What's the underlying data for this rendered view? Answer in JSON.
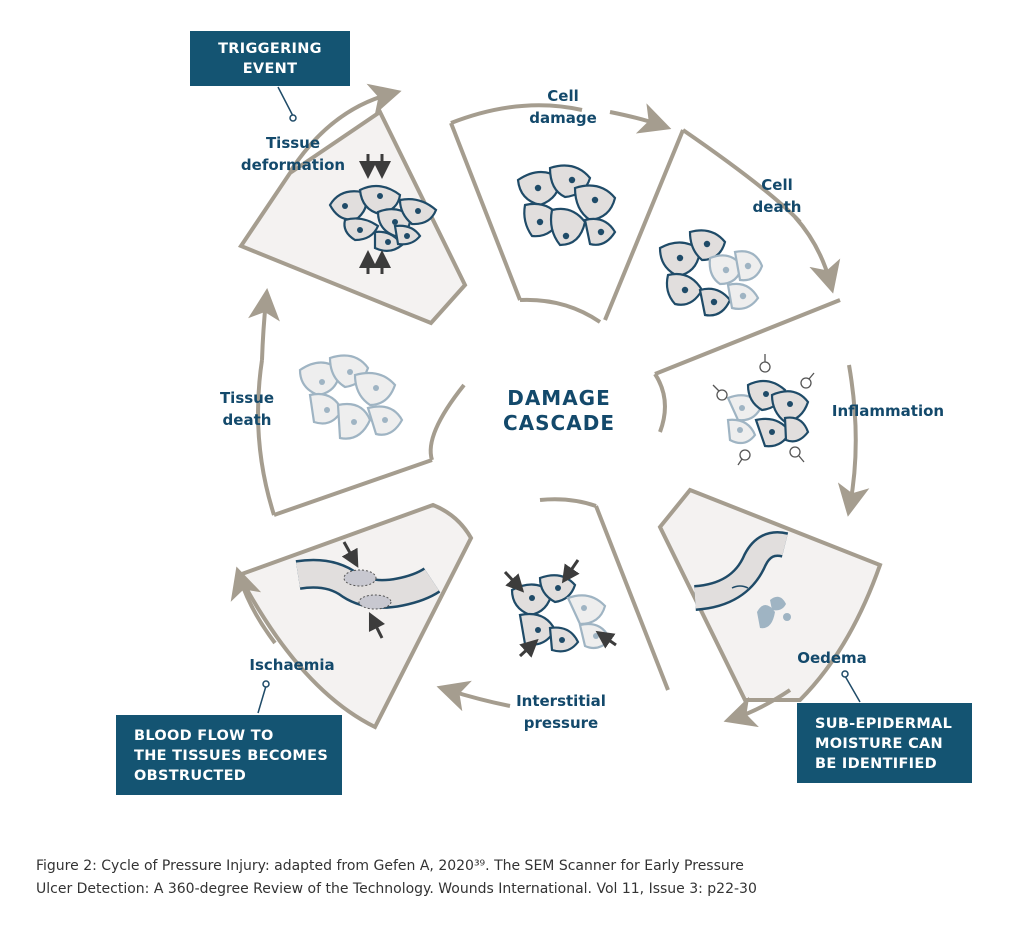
{
  "center_title": [
    "DAMAGE",
    "CASCADE"
  ],
  "stages": [
    {
      "id": "tissue-deformation",
      "label": [
        "Tissue",
        "deformation"
      ]
    },
    {
      "id": "cell-damage",
      "label": [
        "Cell",
        "damage"
      ]
    },
    {
      "id": "cell-death",
      "label": [
        "Cell",
        "death"
      ]
    },
    {
      "id": "inflammation",
      "label": [
        "Inflammation"
      ]
    },
    {
      "id": "oedema",
      "label": [
        "Oedema"
      ]
    },
    {
      "id": "interstitial-pressure",
      "label": [
        "Interstitial",
        "pressure"
      ]
    },
    {
      "id": "ischaemia",
      "label": [
        "Ischaemia"
      ]
    },
    {
      "id": "tissue-death",
      "label": [
        "Tissue",
        "death"
      ]
    }
  ],
  "callouts": {
    "triggering_event": [
      "TRIGGERING",
      "EVENT"
    ],
    "blood_flow": [
      "BLOOD FLOW TO",
      "THE TISSUES BECOMES",
      "OBSTRUCTED"
    ],
    "sub_epidermal": [
      "SUB-EPIDERMAL",
      "MOISTURE CAN",
      "BE IDENTIFIED"
    ]
  },
  "caption": [
    "Figure 2: Cycle of Pressure Injury: adapted from Gefen A, 2020³⁹. The SEM Scanner for Early Pressure",
    "Ulcer Detection: A 360-degree Review of the Technology. Wounds International. Vol 11, Issue 3: p22-30"
  ],
  "colors": {
    "navy": "#145472",
    "label_text": "#13496b",
    "outline": "#a59d8f",
    "sector_fill": "#f4f2f1",
    "cell_fill": "#e1dedd",
    "cell_dark": "#1f4b68",
    "cell_light": "#9fb4c3"
  }
}
